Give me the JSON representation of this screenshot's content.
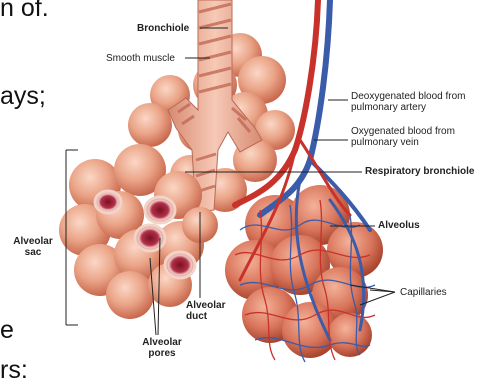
{
  "page_text": {
    "line1_fragment": "n of.",
    "line2_fragment": "ays;",
    "line3_fragment": "e",
    "line4_fragment": "rs:"
  },
  "labels": {
    "bronchiole": "Bronchiole",
    "smooth_muscle": "Smooth muscle",
    "deoxygenated_blood_line1": "Deoxygenated blood from",
    "deoxygenated_blood_line2": "pulmonary artery",
    "oxygenated_blood_line1": "Oxygenated blood from",
    "oxygenated_blood_line2": "pulmonary vein",
    "respiratory_bronchiole": "Respiratory bronchiole",
    "alveolus": "Alveolus",
    "alveolar_sac_line1": "Alveolar",
    "alveolar_sac_line2": "sac",
    "capillaries": "Capillaries",
    "alveolar_duct_line1": "Alveolar",
    "alveolar_duct_line2": "duct",
    "alveolar_pores_line1": "Alveolar",
    "alveolar_pores_line2": "pores"
  },
  "colors": {
    "alveoli": "#e9a58a",
    "alveoli_shade": "#c97058",
    "artery_blue": "#3a5cab",
    "vein_red": "#c8322a",
    "leader_line": "#222222"
  }
}
